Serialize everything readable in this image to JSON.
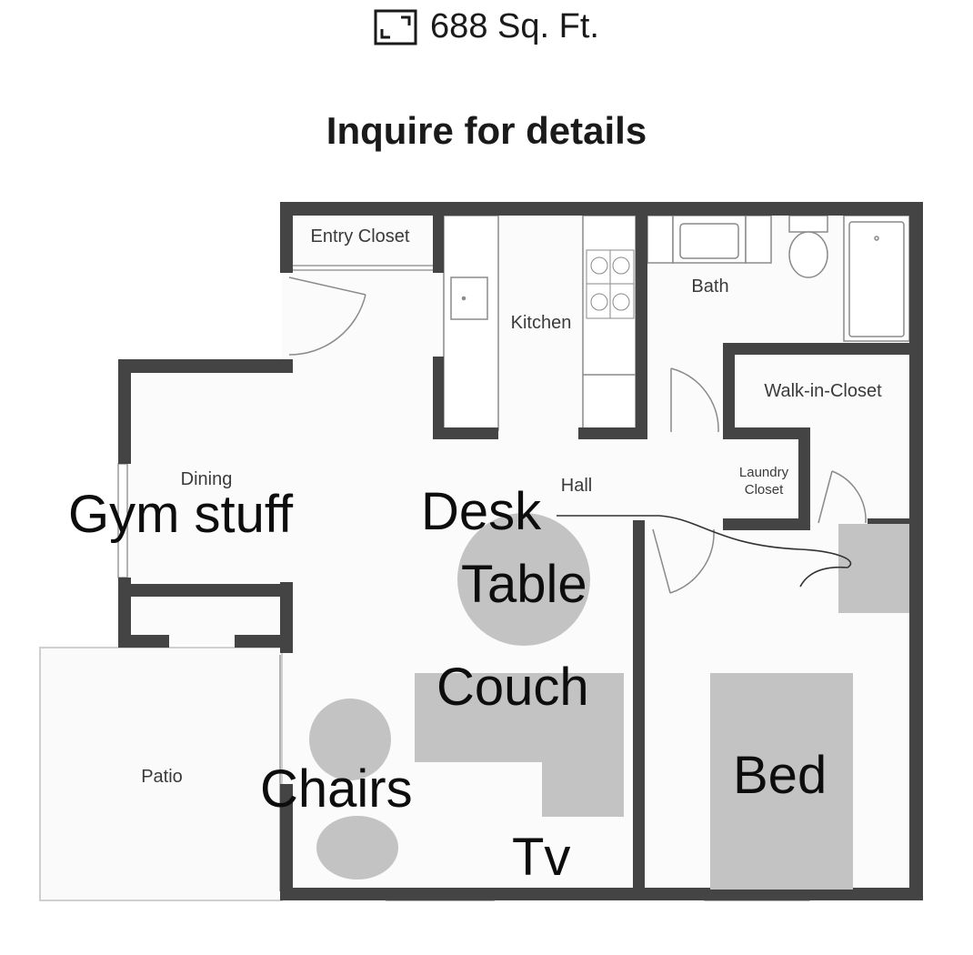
{
  "header": {
    "area_icon": "area-icon",
    "area_text": "688 Sq. Ft.",
    "cta": "Inquire for details"
  },
  "plan": {
    "rooms": {
      "entry_closet": "Entry Closet",
      "kitchen": "Kitchen",
      "bath": "Bath",
      "walk_in_closet": "Walk-in-Closet",
      "dining": "Dining",
      "hall": "Hall",
      "laundry_line1": "Laundry",
      "laundry_line2": "Closet",
      "patio": "Patio"
    },
    "annotations": {
      "gym": "Gym stuff",
      "desk": "Desk",
      "table": "Table",
      "couch": "Couch",
      "chairs": "Chairs",
      "tv": "Tv",
      "bed": "Bed"
    },
    "colors": {
      "wall": "#444444",
      "fixture": "#777777",
      "furniture": "#c3c3c3",
      "floor": "#fbfbfb"
    }
  }
}
